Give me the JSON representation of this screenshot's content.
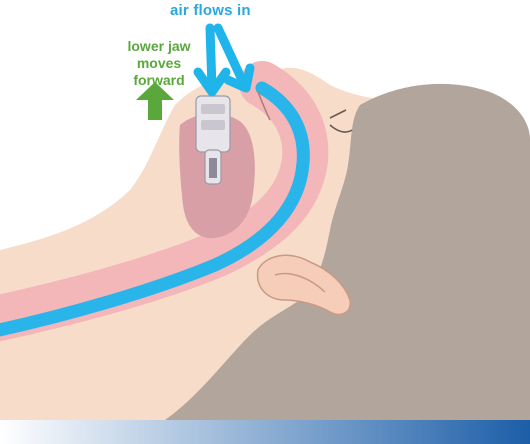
{
  "labels": {
    "air_flow": "air flows in",
    "jaw_lines": [
      "lower jaw",
      "moves",
      "forward"
    ]
  },
  "colors": {
    "air_label": "#29a8e0",
    "air_arrow": "#1fb4ea",
    "jaw_label": "#5aa83c",
    "jaw_arrow": "#5aa83c",
    "skin": "#f7dcc9",
    "airway_pink": "#f3b6b9",
    "airway_blue": "#29b5ea",
    "mouth_cavity": "#d8a0a6",
    "hair": "#b2a59b",
    "ear": "#f6cdb8",
    "device": "#e7e4ea",
    "bottom_bar_start": "#ffffff",
    "bottom_bar_end": "#1c5ea8"
  },
  "icons": [
    "air-flow-arrow-icon",
    "jaw-forward-arrow-icon",
    "oral-appliance-icon"
  ]
}
